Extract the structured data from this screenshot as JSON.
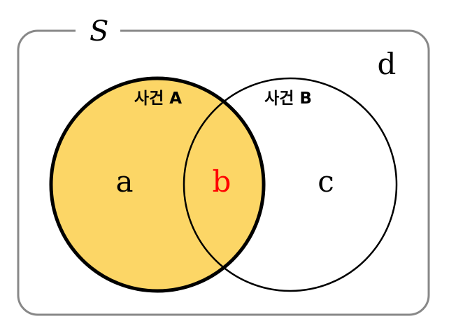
{
  "universe": {
    "label": "S"
  },
  "events": {
    "a": {
      "label": "사건 A",
      "fill_color": "#FCD666",
      "stroke_color": "#000000"
    },
    "b": {
      "label": "사건 B",
      "fill_color": "#FFFFFF",
      "stroke_color": "#000000"
    }
  },
  "regions": {
    "a": {
      "label": "a",
      "color": "#000000"
    },
    "b": {
      "label": "b",
      "color": "#FF0000"
    },
    "c": {
      "label": "c",
      "color": "#000000"
    },
    "d": {
      "label": "d",
      "color": "#000000"
    }
  },
  "colors": {
    "universe_border": "#888888",
    "background": "#FFFFFF"
  }
}
